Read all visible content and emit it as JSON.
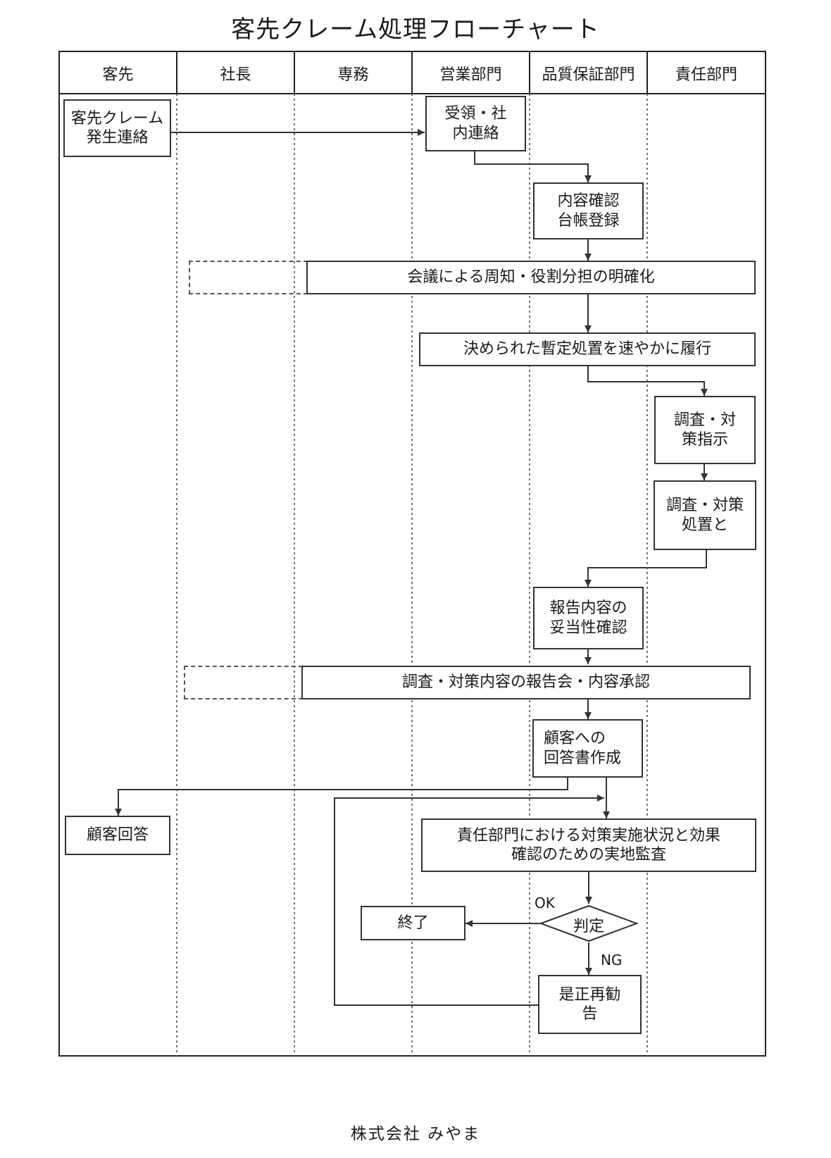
{
  "title": "客先クレーム処理フローチャート",
  "lanes": [
    "客先",
    "社長",
    "専務",
    "営業部門",
    "品質保証部門",
    "責任部門"
  ],
  "nodes": {
    "claim": "客先クレーム\n発生連絡",
    "receive": "受領・社\n内連絡",
    "confirm": "内容確認\n台帳登録",
    "meeting": "会議による周知・役割分担の明確化",
    "interim": "決められた暫定処置を速やかに履行",
    "investigate_instruct": "調査・対\n策指示",
    "investigate_action": "調査・対策\n処置と",
    "validity": "報告内容の\n妥当性確認",
    "report_meeting": "調査・対策内容の報告会・内容承認",
    "reply_doc": "顧客への\n回答書作成",
    "customer_reply": "顧客回答",
    "audit": "責任部門における対策実施状況と効果\n確認のための実地監査",
    "judge": "判定",
    "end": "終了",
    "recommend": "是正再勧\n告"
  },
  "edge_labels": {
    "ok": "OK",
    "ng": "NG"
  },
  "footer": "株式会社 みやま"
}
